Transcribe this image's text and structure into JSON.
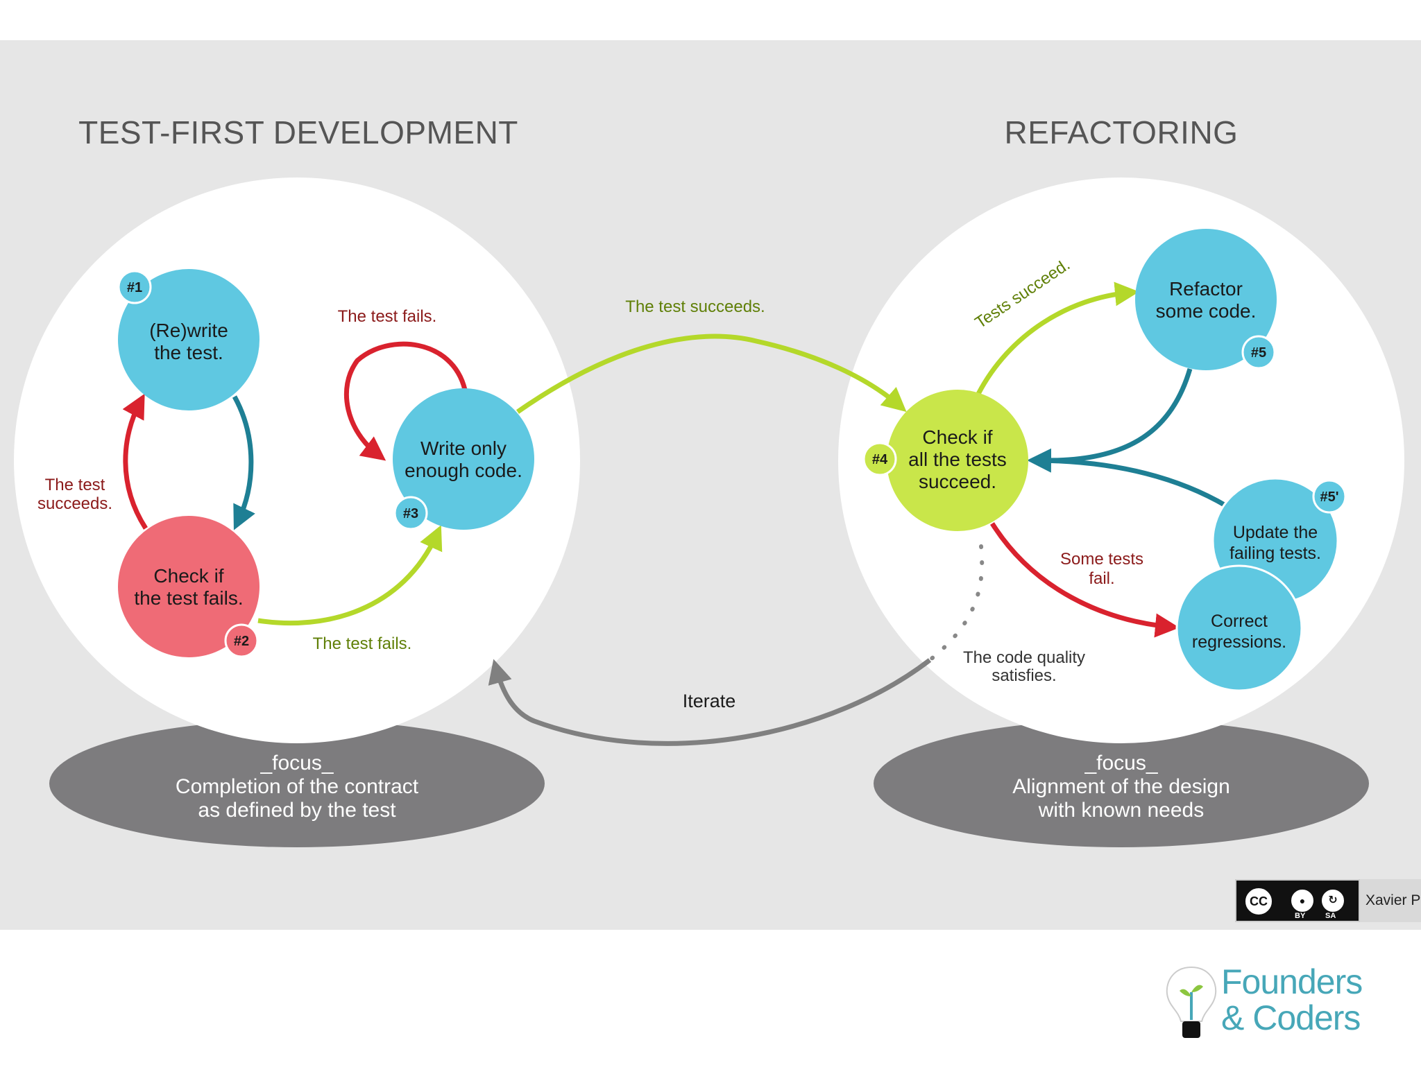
{
  "titles": {
    "left": "TEST-FIRST DEVELOPMENT",
    "right": "REFACTORING"
  },
  "nodes": {
    "rewrite": {
      "line1": "(Re)write",
      "line2": "the test.",
      "badge": "#1"
    },
    "check_fails": {
      "line1": "Check if",
      "line2": "the test fails.",
      "badge": "#2"
    },
    "write_code": {
      "line1": "Write only",
      "line2": "enough code.",
      "badge": "#3"
    },
    "check_all": {
      "line1": "Check if",
      "line2": "all the tests",
      "line3": "succeed.",
      "badge": "#4"
    },
    "refactor": {
      "line1": "Refactor",
      "line2": "some code.",
      "badge": "#5"
    },
    "update_tests": {
      "line1": "Update the",
      "line2": "failing tests.",
      "badge": "#5'"
    },
    "correct": {
      "line1": "Correct",
      "line2": "regressions."
    }
  },
  "edge_labels": {
    "test_succeeds_left": {
      "line1": "The test",
      "line2": "succeeds."
    },
    "test_fails_loop": "The test fails.",
    "test_fails_bottom": "The test fails.",
    "test_succeeds_bridge": "The test succeeds.",
    "tests_succeed": "Tests succeed.",
    "some_tests_fail": {
      "line1": "Some tests",
      "line2": "fail."
    },
    "code_quality": {
      "line1": "The code quality",
      "line2": "satisfies."
    },
    "iterate": "Iterate"
  },
  "focus": {
    "left": {
      "line1": "_focus_",
      "line2": "Completion of the contract",
      "line3": "as defined by the test"
    },
    "right": {
      "line1": "_focus_",
      "line2": "Alignment of the design",
      "line3": "with known needs"
    }
  },
  "license": {
    "cc": "CC",
    "by": "BY",
    "sa": "SA",
    "author": "Xavier P"
  },
  "logo": {
    "line1": "Founders",
    "line2": "& Coders"
  },
  "colors": {
    "background": "#e6e6e6",
    "blue_node": "#5fc8e1",
    "red_node": "#ef6b76",
    "green_node": "#c9e64a",
    "red_arrow": "#d9222e",
    "green_arrow": "#b4d82a",
    "teal_arrow": "#1e7f94",
    "grey_arrow": "#808080",
    "focus_ellipse": "#7d7c7e",
    "logo": "#47a7b8"
  }
}
